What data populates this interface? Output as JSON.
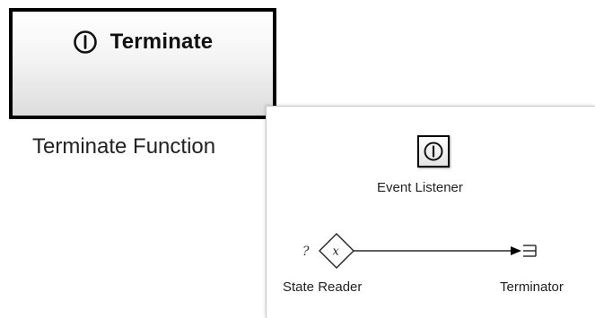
{
  "terminate_function": {
    "title": "Terminate",
    "caption": "Terminate Function",
    "icon": "power-icon"
  },
  "subsystem": {
    "event_listener": {
      "label": "Event Listener",
      "icon": "power-icon"
    },
    "state_reader": {
      "label": "State Reader",
      "prefix": "?",
      "symbol": "x"
    },
    "terminator": {
      "label": "Terminator"
    }
  },
  "colors": {
    "block_border": "#000000",
    "panel_border": "#c8c8c8",
    "signal_line": "#000000"
  }
}
